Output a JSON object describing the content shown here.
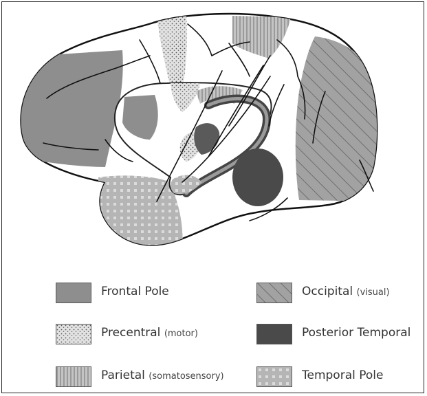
{
  "legend": {
    "items": [
      {
        "key": "frontal",
        "label": "Frontal Pole",
        "sub": "",
        "pattern": "solid-gray"
      },
      {
        "key": "precentral",
        "label": "Precentral",
        "sub": "(motor)",
        "pattern": "dotted"
      },
      {
        "key": "parietal",
        "label": "Parietal",
        "sub": "(somatosensory)",
        "pattern": "vertical-lines"
      },
      {
        "key": "occipital",
        "label": "Occipital",
        "sub": "(visual)",
        "pattern": "diagonal-lines"
      },
      {
        "key": "posterior_temporal",
        "label": "Posterior Temporal",
        "sub": "",
        "pattern": "solid-dark"
      },
      {
        "key": "temporal_pole",
        "label": "Temporal Pole",
        "sub": "",
        "pattern": "grid-dots"
      }
    ]
  },
  "colors": {
    "frontal": "#8e8e8e",
    "dark": "#4a4a4a",
    "background": "#ffffff",
    "outline": "#111111"
  }
}
